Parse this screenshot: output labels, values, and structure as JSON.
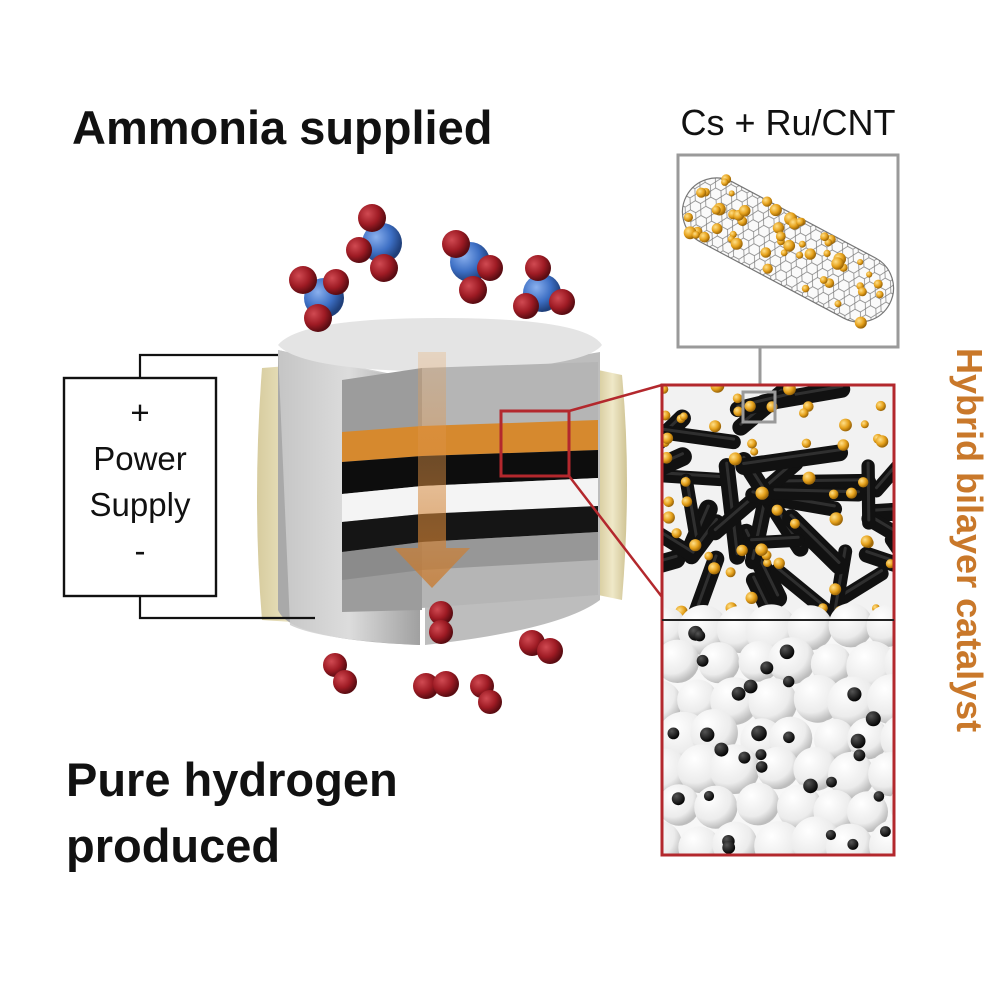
{
  "top_label": "Ammonia supplied",
  "bottom_label_line1": "Pure hydrogen",
  "bottom_label_line2": "produced",
  "power_supply": {
    "plus": "+",
    "line1": "Power",
    "line2": "Supply",
    "minus": "-"
  },
  "inset_label": "Cs + Ru/CNT",
  "side_label": "Hybrid bilayer catalyst",
  "colors": {
    "orange_accent": "#c9782a",
    "red_frame": "#b3282d",
    "molecule_red": "#9e1b24",
    "molecule_blue": "#3d6fc4",
    "gold_particle": "#e6a21c",
    "sleeve_beige": "#e8dfb8",
    "gray_inset_frame": "#9a9a9a"
  }
}
